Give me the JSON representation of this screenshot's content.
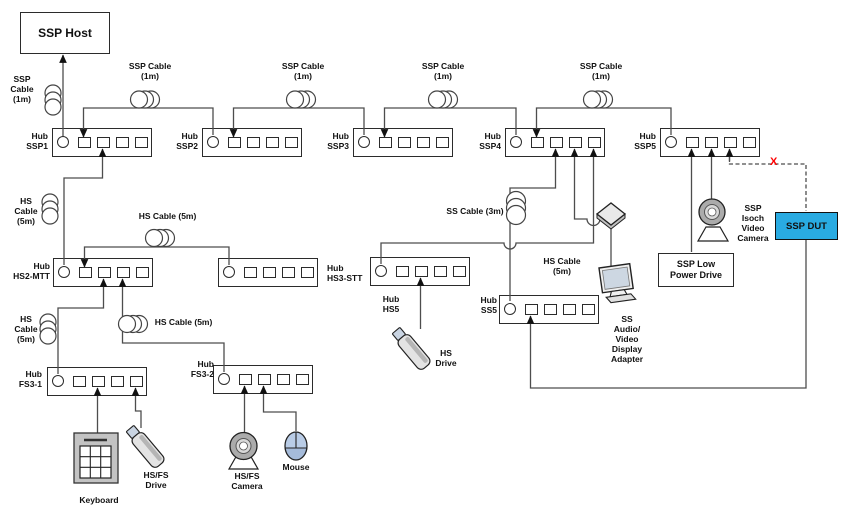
{
  "host": {
    "label": "SSP Host"
  },
  "hubs": {
    "ssp1": {
      "l1": "Hub",
      "l2": "SSP1"
    },
    "ssp2": {
      "l1": "Hub",
      "l2": "SSP2"
    },
    "ssp3": {
      "l1": "Hub",
      "l2": "SSP3"
    },
    "ssp4": {
      "l1": "Hub",
      "l2": "SSP4"
    },
    "ssp5": {
      "l1": "Hub",
      "l2": "SSP5"
    },
    "hs2mtt": {
      "l1": "Hub",
      "l2": "HS2-MTT"
    },
    "hs3stt": {
      "l1": "Hub",
      "l2": "HS3-STT"
    },
    "hs5": {
      "l1": "Hub",
      "l2": "HS5"
    },
    "ss5": {
      "l1": "Hub",
      "l2": "SS5"
    },
    "fs31": {
      "l1": "Hub",
      "l2": "FS3-1"
    },
    "fs32": {
      "l1": "Hub",
      "l2": "FS3-2"
    }
  },
  "cables": {
    "host": {
      "l1": "SSP",
      "l2": "Cable",
      "l3": "(1m)"
    },
    "ssp12": {
      "l1": "SSP Cable",
      "l2": "(1m)"
    },
    "ssp23": {
      "l1": "SSP Cable",
      "l2": "(1m)"
    },
    "ssp34": {
      "l1": "SSP Cable",
      "l2": "(1m)"
    },
    "ssp45": {
      "l1": "SSP Cable",
      "l2": "(1m)"
    },
    "hs_ssp1": {
      "l1": "HS",
      "l2": "Cable",
      "l3": "(5m)"
    },
    "hs_hs3": {
      "l1": "HS Cable (5m)"
    },
    "hs_fs31": {
      "l1": "HS",
      "l2": "Cable",
      "l3": "(5m)"
    },
    "hs_fs32": {
      "l1": "HS Cable (5m)"
    },
    "ss_3m": {
      "l1": "SS Cable (3m)"
    },
    "hs_hs5": {
      "l1": "HS Cable",
      "l2": "(5m)"
    }
  },
  "devices": {
    "keyboard": {
      "l1": "Keyboard"
    },
    "hsfs_drive": {
      "l1": "HS/FS",
      "l2": "Drive"
    },
    "hsfs_camera": {
      "l1": "HS/FS",
      "l2": "Camera"
    },
    "mouse": {
      "l1": "Mouse"
    },
    "hs_drive": {
      "l1": "HS",
      "l2": "Drive"
    },
    "av_adapter": {
      "l1": "SS",
      "l2": "Audio/",
      "l3": "Video",
      "l4": "Display",
      "l5": "Adapter"
    },
    "isoch_camera": {
      "l1": "SSP",
      "l2": "Isoch",
      "l3": "Video",
      "l4": "Camera"
    },
    "low_power_drive": {
      "l1": "SSP Low",
      "l2": "Power Drive"
    },
    "dut": {
      "l1": "SSP DUT"
    }
  },
  "annotations": {
    "broken_x": "X"
  },
  "colors": {
    "dut_fill": "#29abe2",
    "broken_x": "#ff0000",
    "line": "#4d4d4d",
    "device_gray": "#ababab"
  }
}
